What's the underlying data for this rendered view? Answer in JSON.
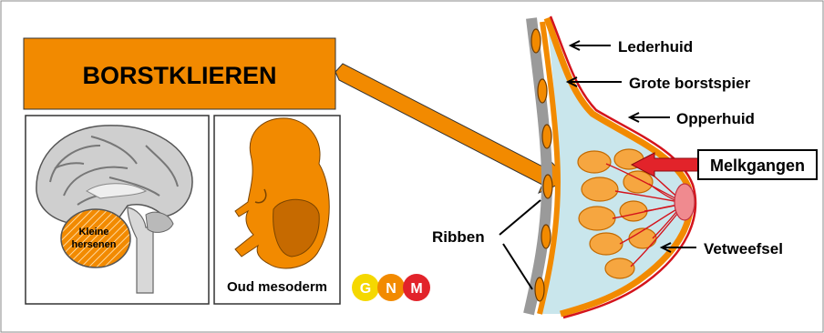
{
  "title_box": {
    "text": "BORSTKLIEREN",
    "color": "#f28a00"
  },
  "brain_panel": {
    "label_line1": "Kleine",
    "label_line2": "hersenen"
  },
  "embryo_panel": {
    "caption": "Oud mesoderm"
  },
  "logo": {
    "letters": [
      "G",
      "N",
      "M"
    ],
    "colors": [
      "#f5d800",
      "#f28a00",
      "#e2232a"
    ]
  },
  "anatomy_labels": {
    "lederhuid": "Lederhuid",
    "grote_borstspier": "Grote borstspier",
    "opperhuid": "Opperhuid",
    "melkgangen": "Melkgangen",
    "ribben": "Ribben",
    "vetweefsel": "Vetweefsel"
  },
  "colors": {
    "accent": "#f28a00",
    "highlight_arrow": "#e2232a",
    "fat_tissue": "#c9e6ec",
    "duct": "#d4141c"
  }
}
